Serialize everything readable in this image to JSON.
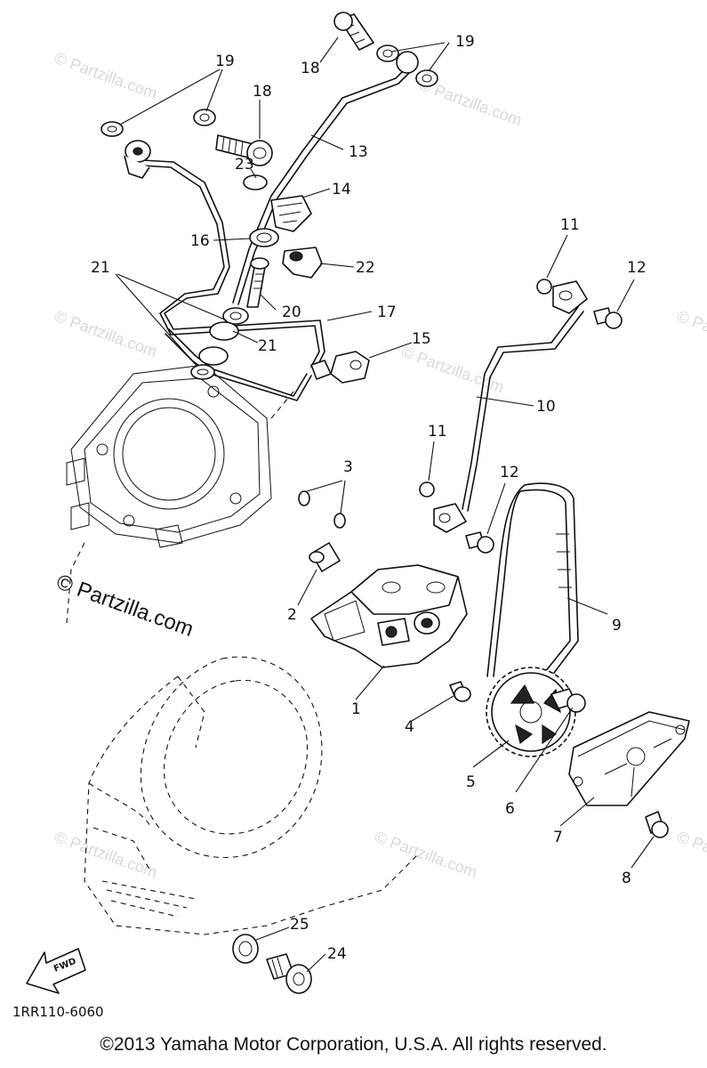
{
  "watermark": {
    "small_text": "© Partzilla.com",
    "main_text": "© Partzilla.com"
  },
  "diagram_code": "1RR110-6060",
  "fwd_label": "FWD",
  "copyright": "©2013 Yamaha Motor Corporation, U.S.A. All rights reserved.",
  "callouts": [
    "1",
    "2",
    "3",
    "4",
    "5",
    "6",
    "7",
    "8",
    "9",
    "10",
    "11",
    "11",
    "12",
    "12",
    "13",
    "14",
    "15",
    "16",
    "17",
    "18",
    "18",
    "19",
    "19",
    "20",
    "21",
    "21",
    "22",
    "23",
    "24",
    "25"
  ]
}
